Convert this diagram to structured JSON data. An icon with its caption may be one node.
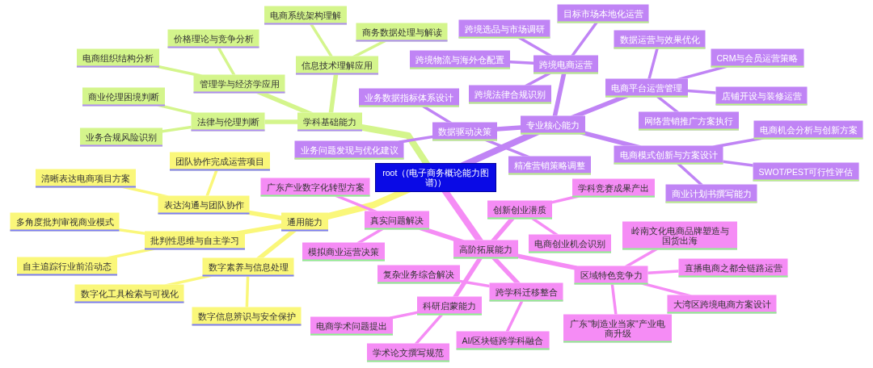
{
  "diagram": {
    "nodes": [
      {
        "text": [
          "root（(电子商务概论能力图谱)）"
        ]
      },
      {
        "text": [
          "学科基础能力"
        ]
      },
      {
        "text": [
          "信息技术理解应用"
        ]
      },
      {
        "text": [
          "电商系统架构理解"
        ]
      },
      {
        "text": [
          "商务数据处理与解读"
        ]
      },
      {
        "text": [
          "管理学与经济学应用"
        ]
      },
      {
        "text": [
          "价格理论与竞争分析"
        ]
      },
      {
        "text": [
          "电商组织结构分析"
        ]
      },
      {
        "text": [
          "法律与伦理判断"
        ]
      },
      {
        "text": [
          "商业伦理困境判断"
        ]
      },
      {
        "text": [
          "业务合规风险识别"
        ]
      },
      {
        "text": [
          "专业核心能力"
        ]
      },
      {
        "text": [
          "跨境电商运营"
        ]
      },
      {
        "text": [
          "目标市场本地化运营"
        ]
      },
      {
        "text": [
          "跨境选品与市场调研"
        ]
      },
      {
        "text": [
          "跨境物流与海外仓配置"
        ]
      },
      {
        "text": [
          "跨境法律合规识别"
        ]
      },
      {
        "text": [
          "数据驱动决策"
        ]
      },
      {
        "text": [
          "业务数据指标体系设计"
        ]
      },
      {
        "text": [
          "业务问题发现与优化建议"
        ]
      },
      {
        "text": [
          "精准营销策略调整"
        ]
      },
      {
        "text": [
          "电商平台运营管理"
        ]
      },
      {
        "text": [
          "数据运营与效果优化"
        ]
      },
      {
        "text": [
          "CRM与会员运营策略"
        ]
      },
      {
        "text": [
          "店铺开设与装修运营"
        ]
      },
      {
        "text": [
          "网络营销推广方案执行"
        ]
      },
      {
        "text": [
          "电商模式创新与方案设计"
        ]
      },
      {
        "text": [
          "电商机会分析与创新方案"
        ]
      },
      {
        "text": [
          "SWOT/PEST可行性评估"
        ]
      },
      {
        "text": [
          "商业计划书撰写能力"
        ]
      },
      {
        "text": [
          "通用能力"
        ]
      },
      {
        "text": [
          "表达沟通与团队协作"
        ]
      },
      {
        "text": [
          "团队协作完成运营项目"
        ]
      },
      {
        "text": [
          "清晰表达电商项目方案"
        ]
      },
      {
        "text": [
          "批判性思维与自主学习"
        ]
      },
      {
        "text": [
          "多角度批判审视商业模式"
        ]
      },
      {
        "text": [
          "自主追踪行业前沿动态"
        ]
      },
      {
        "text": [
          "数字素养与信息处理"
        ]
      },
      {
        "text": [
          "数字化工具检索与可视化"
        ]
      },
      {
        "text": [
          "数字信息辨识与安全保护"
        ]
      },
      {
        "text": [
          "高阶拓展能力"
        ]
      },
      {
        "text": [
          "真实问题解决"
        ]
      },
      {
        "text": [
          "广东产业数字化转型方案"
        ]
      },
      {
        "text": [
          "模拟商业运营决策"
        ]
      },
      {
        "text": [
          "创新创业潜质"
        ]
      },
      {
        "text": [
          "学科竞赛成果产出"
        ]
      },
      {
        "text": [
          "电商创业机会识别"
        ]
      },
      {
        "text": [
          "区域特色竞争力"
        ]
      },
      {
        "text": [
          "岭南文化电商品牌塑造与国货出海"
        ]
      },
      {
        "text": [
          "直播电商之都全链路运营"
        ]
      },
      {
        "text": [
          "大湾区跨境电商方案设计"
        ]
      },
      {
        "text": [
          "广东\"制造业当家\"产业电商升级"
        ]
      },
      {
        "text": [
          "跨学科迁移整合"
        ]
      },
      {
        "text": [
          "复杂业务综合解决"
        ]
      },
      {
        "text": [
          "AI/区块链跨学科融合"
        ]
      },
      {
        "text": [
          "科研启蒙能力"
        ]
      },
      {
        "text": [
          "电商学术问题提出"
        ]
      },
      {
        "text": [
          "学术论文撰写规范"
        ]
      }
    ],
    "edges": [
      {
        "from": 0,
        "to": 1,
        "arrow": "none",
        "style": "thick",
        "color": "#d4f58c"
      },
      {
        "from": 1,
        "to": 2,
        "arrow": "none",
        "color": "#d4f58c"
      },
      {
        "from": 2,
        "to": 3,
        "arrow": "none",
        "color": "#d4f58c"
      },
      {
        "from": 2,
        "to": 4,
        "arrow": "none",
        "color": "#d4f58c"
      },
      {
        "from": 1,
        "to": 5,
        "arrow": "none",
        "color": "#d4f58c"
      },
      {
        "from": 5,
        "to": 6,
        "arrow": "none",
        "color": "#d4f58c"
      },
      {
        "from": 5,
        "to": 7,
        "arrow": "none",
        "color": "#d4f58c"
      },
      {
        "from": 1,
        "to": 8,
        "arrow": "none",
        "color": "#d4f58c"
      },
      {
        "from": 8,
        "to": 9,
        "arrow": "none",
        "color": "#d4f58c"
      },
      {
        "from": 8,
        "to": 10,
        "arrow": "none",
        "color": "#d4f58c"
      },
      {
        "from": 0,
        "to": 11,
        "arrow": "none",
        "style": "thick"
      },
      {
        "from": 11,
        "to": 12,
        "arrow": "none"
      },
      {
        "from": 12,
        "to": 13,
        "arrow": "none"
      },
      {
        "from": 12,
        "to": 14,
        "arrow": "none"
      },
      {
        "from": 12,
        "to": 15,
        "arrow": "none"
      },
      {
        "from": 12,
        "to": 16,
        "arrow": "none"
      },
      {
        "from": 11,
        "to": 17,
        "arrow": "none"
      },
      {
        "from": 17,
        "to": 18,
        "arrow": "none"
      },
      {
        "from": 17,
        "to": 19,
        "arrow": "none"
      },
      {
        "from": 17,
        "to": 20,
        "arrow": "none"
      },
      {
        "from": 11,
        "to": 21,
        "arrow": "none"
      },
      {
        "from": 21,
        "to": 22,
        "arrow": "none"
      },
      {
        "from": 21,
        "to": 23,
        "arrow": "none"
      },
      {
        "from": 21,
        "to": 24,
        "arrow": "none"
      },
      {
        "from": 21,
        "to": 25,
        "arrow": "none"
      },
      {
        "from": 11,
        "to": 26,
        "arrow": "none"
      },
      {
        "from": 26,
        "to": 27,
        "arrow": "none"
      },
      {
        "from": 26,
        "to": 28,
        "arrow": "none"
      },
      {
        "from": 26,
        "to": 29,
        "arrow": "none"
      },
      {
        "from": 0,
        "to": 30,
        "arrow": "none",
        "style": "thick",
        "color": "#faf77a"
      },
      {
        "from": 30,
        "to": 31,
        "arrow": "none",
        "color": "#faf77a"
      },
      {
        "from": 31,
        "to": 32,
        "arrow": "none",
        "color": "#faf77a"
      },
      {
        "from": 31,
        "to": 33,
        "arrow": "none",
        "color": "#faf77a"
      },
      {
        "from": 30,
        "to": 34,
        "arrow": "none",
        "color": "#faf77a"
      },
      {
        "from": 34,
        "to": 35,
        "arrow": "none",
        "color": "#faf77a"
      },
      {
        "from": 34,
        "to": 36,
        "arrow": "none",
        "color": "#faf77a"
      },
      {
        "from": 30,
        "to": 37,
        "arrow": "none",
        "color": "#faf77a"
      },
      {
        "from": 37,
        "to": 38,
        "arrow": "none",
        "color": "#faf77a"
      },
      {
        "from": 37,
        "to": 39,
        "arrow": "none",
        "color": "#faf77a"
      },
      {
        "from": 0,
        "to": 40,
        "arrow": "none",
        "style": "thick",
        "color": "#f58cf5"
      },
      {
        "from": 40,
        "to": 41,
        "arrow": "none",
        "color": "#f58cf5"
      },
      {
        "from": 41,
        "to": 42,
        "arrow": "none",
        "color": "#f58cf5"
      },
      {
        "from": 41,
        "to": 43,
        "arrow": "none",
        "color": "#f58cf5"
      },
      {
        "from": 40,
        "to": 44,
        "arrow": "none",
        "color": "#f58cf5"
      },
      {
        "from": 44,
        "to": 45,
        "arrow": "none",
        "color": "#f58cf5"
      },
      {
        "from": 44,
        "to": 46,
        "arrow": "none",
        "color": "#f58cf5"
      },
      {
        "from": 40,
        "to": 47,
        "arrow": "none",
        "color": "#f58cf5"
      },
      {
        "from": 47,
        "to": 48,
        "arrow": "none",
        "color": "#f58cf5"
      },
      {
        "from": 47,
        "to": 49,
        "arrow": "none",
        "color": "#f58cf5"
      },
      {
        "from": 47,
        "to": 50,
        "arrow": "none",
        "color": "#f58cf5"
      },
      {
        "from": 47,
        "to": 51,
        "arrow": "none",
        "color": "#f58cf5"
      },
      {
        "from": 40,
        "to": 52,
        "arrow": "none",
        "color": "#f58cf5"
      },
      {
        "from": 52,
        "to": 53,
        "arrow": "none",
        "color": "#f58cf5"
      },
      {
        "from": 52,
        "to": 54,
        "arrow": "none",
        "color": "#f58cf5"
      },
      {
        "from": 40,
        "to": 55,
        "arrow": "none",
        "color": "#f58cf5"
      },
      {
        "from": 55,
        "to": 56,
        "arrow": "none",
        "color": "#f58cf5"
      },
      {
        "from": 55,
        "to": 57,
        "arrow": "none",
        "color": "#f58cf5"
      }
    ]
  }
}
